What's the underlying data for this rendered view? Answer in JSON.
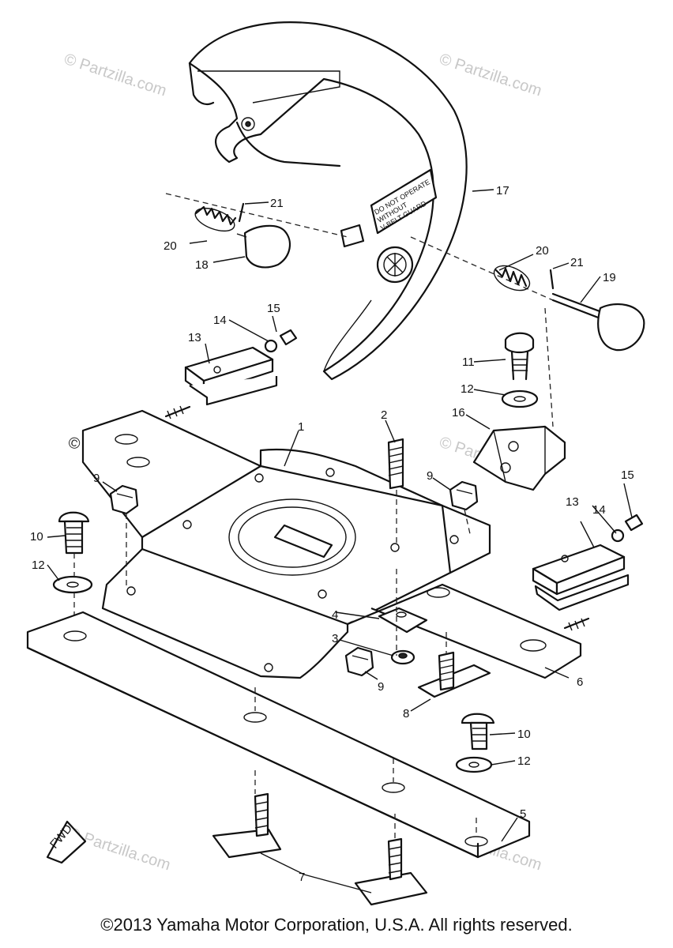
{
  "watermark": "© Partzilla.com",
  "copyright": "©2013 Yamaha Motor Corporation, U.S.A. All rights reserved.",
  "direction_marker": "FWD",
  "part_numbers": {
    "p1": "1",
    "p2": "2",
    "p3": "3",
    "p4": "4",
    "p5": "5",
    "p6": "6",
    "p7": "7",
    "p8": "8",
    "p9": "9",
    "p10": "10",
    "p11": "11",
    "p12": "12",
    "p13": "13",
    "p14": "14",
    "p15": "15",
    "p16": "16",
    "p17": "17",
    "p18": "18",
    "p19": "19",
    "p20": "20",
    "p21": "21"
  },
  "cover_label": {
    "line1": "DO NOT OPERATE",
    "line2": "WITHOUT",
    "line3": "V-BELT GUARD"
  }
}
